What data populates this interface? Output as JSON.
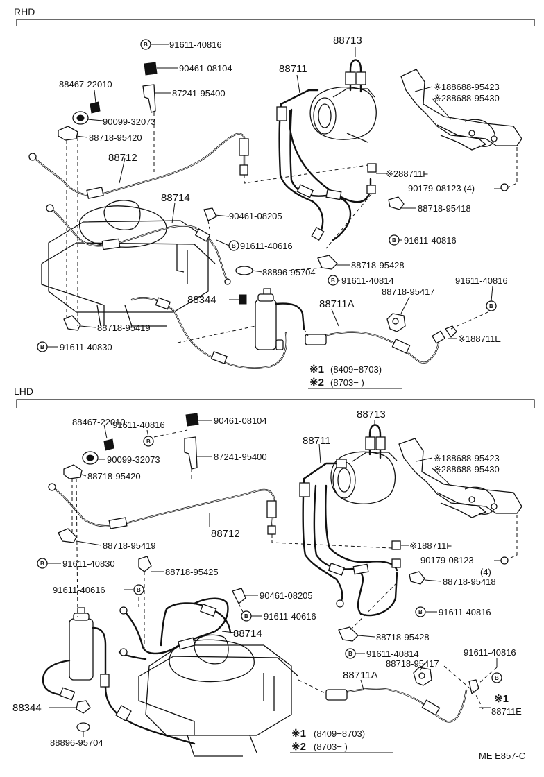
{
  "sections": [
    {
      "title": "RHD",
      "labels": [
        {
          "id": "91611-40816-a",
          "text": "91611-40816"
        },
        {
          "id": "90461-08104",
          "text": "90461-08104"
        },
        {
          "id": "88467-22010",
          "text": "88467-22010"
        },
        {
          "id": "87241-95400",
          "text": "87241-95400"
        },
        {
          "id": "90099-32073",
          "text": "90099-32073"
        },
        {
          "id": "88718-95420",
          "text": "88718-95420"
        },
        {
          "id": "88712",
          "text": "88712"
        },
        {
          "id": "88714",
          "text": "88714"
        },
        {
          "id": "90461-08205",
          "text": "90461-08205"
        },
        {
          "id": "91611-40616",
          "text": "91611-40616"
        },
        {
          "id": "88896-95704",
          "text": "88896-95704"
        },
        {
          "id": "88344",
          "text": "88344"
        },
        {
          "id": "88718-95419",
          "text": "88718-95419"
        },
        {
          "id": "91611-40830",
          "text": "91611-40830"
        },
        {
          "id": "88713",
          "text": "88713"
        },
        {
          "id": "88711",
          "text": "88711"
        },
        {
          "id": "188688-95423",
          "text": "※188688-95423"
        },
        {
          "id": "288688-95430",
          "text": "※288688-95430"
        },
        {
          "id": "288711F",
          "text": "※288711F"
        },
        {
          "id": "90179-08123",
          "text": "90179-08123 (4)"
        },
        {
          "id": "88718-95418",
          "text": "88718-95418"
        },
        {
          "id": "91611-40816-b",
          "text": "91611-40816"
        },
        {
          "id": "88718-95428",
          "text": "88718-95428"
        },
        {
          "id": "91611-40814",
          "text": "91611-40814"
        },
        {
          "id": "91611-40816-c",
          "text": "91611-40816"
        },
        {
          "id": "88718-95417",
          "text": "88718-95417"
        },
        {
          "id": "88711A",
          "text": "88711A"
        },
        {
          "id": "188711E",
          "text": "※188711E"
        }
      ],
      "notes": [
        {
          "mark": "※1",
          "range": "(8409−8703)"
        },
        {
          "mark": "※2",
          "range": "(8703−      )"
        }
      ]
    },
    {
      "title": "LHD",
      "labels": [
        {
          "id": "91611-40816-a",
          "text": "91611-40816"
        },
        {
          "id": "88467-22010",
          "text": "88467-22010"
        },
        {
          "id": "90461-08104",
          "text": "90461-08104"
        },
        {
          "id": "90099-32073",
          "text": "90099-32073"
        },
        {
          "id": "87241-95400",
          "text": "87241-95400"
        },
        {
          "id": "88718-95420",
          "text": "88718-95420"
        },
        {
          "id": "88712",
          "text": "88712"
        },
        {
          "id": "88718-95419",
          "text": "88718-95419"
        },
        {
          "id": "91611-40830",
          "text": "91611-40830"
        },
        {
          "id": "88718-95425",
          "text": "88718-95425"
        },
        {
          "id": "91611-40616-a",
          "text": "91611-40616"
        },
        {
          "id": "90461-08205",
          "text": "90461-08205"
        },
        {
          "id": "91611-40616-b",
          "text": "91611-40616"
        },
        {
          "id": "88714",
          "text": "88714"
        },
        {
          "id": "88344",
          "text": "88344"
        },
        {
          "id": "88896-95704",
          "text": "88896-95704"
        },
        {
          "id": "88713",
          "text": "88713"
        },
        {
          "id": "88711",
          "text": "88711"
        },
        {
          "id": "188688-95423",
          "text": "※188688-95423"
        },
        {
          "id": "288688-95430",
          "text": "※288688-95430"
        },
        {
          "id": "188711F",
          "text": "※188711F"
        },
        {
          "id": "90179-08123",
          "text": "90179-08123"
        },
        {
          "id": "qty4",
          "text": "(4)"
        },
        {
          "id": "88718-95418",
          "text": "88718-95418"
        },
        {
          "id": "91611-40816-b",
          "text": "91611-40816"
        },
        {
          "id": "88718-95428",
          "text": "88718-95428"
        },
        {
          "id": "91611-40814",
          "text": "91611-40814"
        },
        {
          "id": "91611-40816-c",
          "text": "91611-40816"
        },
        {
          "id": "88718-95417",
          "text": "88718-95417"
        },
        {
          "id": "88711A",
          "text": "88711A"
        },
        {
          "id": "star1",
          "text": "※1"
        },
        {
          "id": "88711E",
          "text": "88711E"
        }
      ],
      "notes": [
        {
          "mark": "※1",
          "range": "(8409−8703)"
        },
        {
          "mark": "※2",
          "range": "(8703−      )"
        }
      ]
    }
  ],
  "bolt_mark": "B",
  "figure_code": "ME E857-C"
}
